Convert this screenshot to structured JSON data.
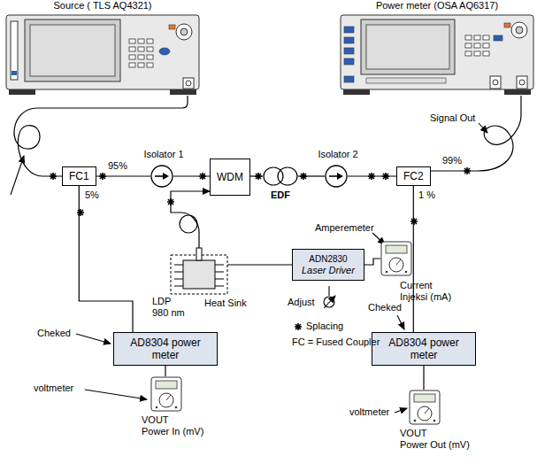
{
  "diagram": {
    "nodes": [
      {
        "text": [
          "Source ( TLS AQ4321)"
        ]
      },
      {
        "text": [
          "Power meter (OSA AQ6317)"
        ]
      },
      {
        "text": [
          "FC1"
        ]
      },
      {
        "text": [
          "Isolator 1"
        ]
      },
      {
        "text": [
          "WDM"
        ]
      },
      {
        "text": [
          "EDF"
        ]
      },
      {
        "text": [
          "Isolator 2"
        ]
      },
      {
        "text": [
          "FC2"
        ]
      },
      {
        "text": [
          "AD8304 power meter"
        ]
      },
      {
        "text": [
          "VOUT",
          "Power In (mV)"
        ]
      },
      {
        "text": [
          "LDP 980 nm",
          "Heat Sink"
        ]
      },
      {
        "text": [
          "ADN2830",
          "Laser Driver"
        ]
      },
      {
        "text": [
          "Current Injeksi (mA)"
        ]
      },
      {
        "text": [
          "AD8304 power meter"
        ]
      },
      {
        "text": [
          "VOUT",
          "Power Out (mV)"
        ]
      }
    ],
    "edges": [
      {
        "from": 0,
        "to": 2,
        "arrow": "none"
      },
      {
        "from": 2,
        "to": 3,
        "arrow": "none"
      },
      {
        "from": 2,
        "to": 8,
        "arrow": "none"
      },
      {
        "from": 3,
        "to": 4,
        "arrow": "none"
      },
      {
        "from": 4,
        "to": 5,
        "arrow": "none"
      },
      {
        "from": 5,
        "to": 6,
        "arrow": "none"
      },
      {
        "from": 6,
        "to": 7,
        "arrow": "none"
      },
      {
        "from": 7,
        "to": 1,
        "arrow": "none"
      },
      {
        "from": 7,
        "to": 13,
        "arrow": "none"
      },
      {
        "from": 10,
        "to": 4,
        "arrow": "to"
      },
      {
        "from": 11,
        "to": 10,
        "arrow": "none"
      },
      {
        "from": 11,
        "to": 12,
        "arrow": "none"
      },
      {
        "from": 8,
        "to": 9,
        "arrow": "none"
      },
      {
        "from": 13,
        "to": 14,
        "arrow": "none"
      }
    ],
    "labels": [
      "95%",
      "5%",
      "99%",
      "1 %",
      "Signal Out",
      "Cheked",
      "Cheked",
      "voltmeter",
      "voltmeter",
      "Amperemeter",
      "Adjust",
      "FC = Fused Coupler"
    ],
    "legend": [
      {
        "text": "Splacing"
      }
    ]
  }
}
